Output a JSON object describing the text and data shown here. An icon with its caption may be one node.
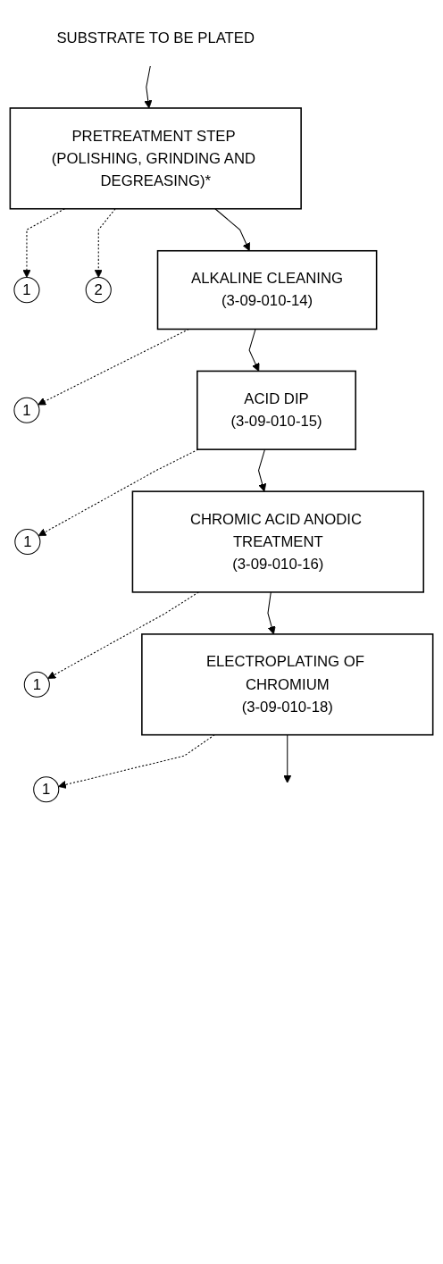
{
  "diagram": {
    "nodes": [
      {
        "text": [
          "SUBSTRATE TO BE PLATED"
        ]
      },
      {
        "text": [
          "PRETREATMENT STEP (POLISHING, GRINDING AND DEGREASING)*"
        ]
      },
      {
        "text": [
          "1"
        ]
      },
      {
        "text": [
          "2"
        ]
      },
      {
        "text": [
          "ALKALINE CLEANING",
          "(3-09-010-14)"
        ]
      },
      {
        "text": [
          "1"
        ]
      },
      {
        "text": [
          "ACID DIP",
          "(3-09-010-15)"
        ]
      },
      {
        "text": [
          "1"
        ]
      },
      {
        "text": [
          "CHROMIC ACID ANODIC TREATMENT",
          "(3-09-010-16)"
        ]
      },
      {
        "text": [
          "1"
        ]
      },
      {
        "text": [
          "ELECTROPLATING OF CHROMIUM",
          "(3-09-010-18)"
        ]
      },
      {
        "text": [
          "1"
        ]
      }
    ],
    "edges": [
      {
        "from": 0,
        "to": 1,
        "arrow": "to"
      },
      {
        "from": 1,
        "to": 2,
        "arrow": "to",
        "style": "dashed"
      },
      {
        "from": 1,
        "to": 3,
        "arrow": "to",
        "style": "dashed"
      },
      {
        "from": 1,
        "to": 4,
        "arrow": "to"
      },
      {
        "from": 4,
        "to": 5,
        "arrow": "to",
        "style": "dashed"
      },
      {
        "from": 4,
        "to": 6,
        "arrow": "to"
      },
      {
        "from": 6,
        "to": 7,
        "arrow": "to",
        "style": "dashed"
      },
      {
        "from": 6,
        "to": 8,
        "arrow": "to"
      },
      {
        "from": 8,
        "to": 9,
        "arrow": "to",
        "style": "dashed"
      },
      {
        "from": 8,
        "to": 10,
        "arrow": "to"
      },
      {
        "from": 10,
        "to": 11,
        "arrow": "to",
        "style": "dashed"
      },
      {
        "from": 10,
        "to": null,
        "arrow": "to"
      }
    ]
  }
}
